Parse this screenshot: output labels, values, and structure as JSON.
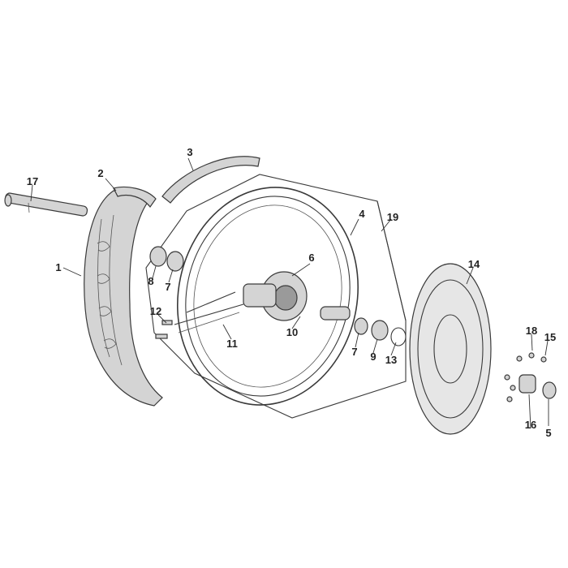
{
  "colors": {
    "part_fill": "#d4d4d4",
    "part_dark": "#9a9a9a",
    "outline": "#3a3a3a",
    "background": "#ffffff"
  },
  "callouts": [
    "1",
    "2",
    "3",
    "4",
    "5",
    "6",
    "7",
    "7",
    "8",
    "9",
    "10",
    "11",
    "12",
    "13",
    "14",
    "15",
    "16",
    "17",
    "18",
    "19"
  ]
}
